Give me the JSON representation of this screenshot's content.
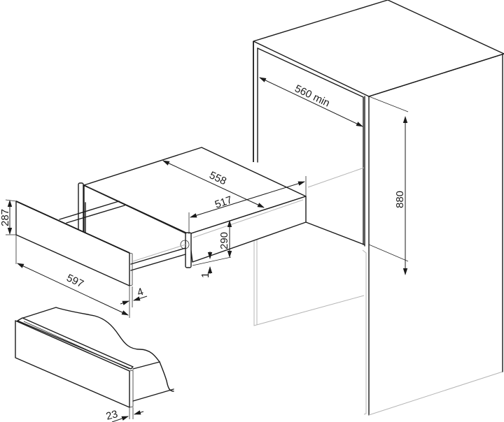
{
  "diagram": {
    "subject": "Built-in warming drawer installation dimensions (mm)",
    "units": "mm",
    "dimensions": {
      "cabinet_width": "560 min",
      "cabinet_height": "880",
      "appliance_depth": "558",
      "appliance_body_depth": "517",
      "appliance_height": "290",
      "bottom_gap": "1",
      "front_panel_height": "287",
      "front_panel_width": "597",
      "front_panel_thickness": "4",
      "front_overhang": "23"
    },
    "components": [
      "cabinet-housing",
      "warming-drawer-body",
      "drawer-front-panel",
      "installed-drawer-detail"
    ]
  }
}
